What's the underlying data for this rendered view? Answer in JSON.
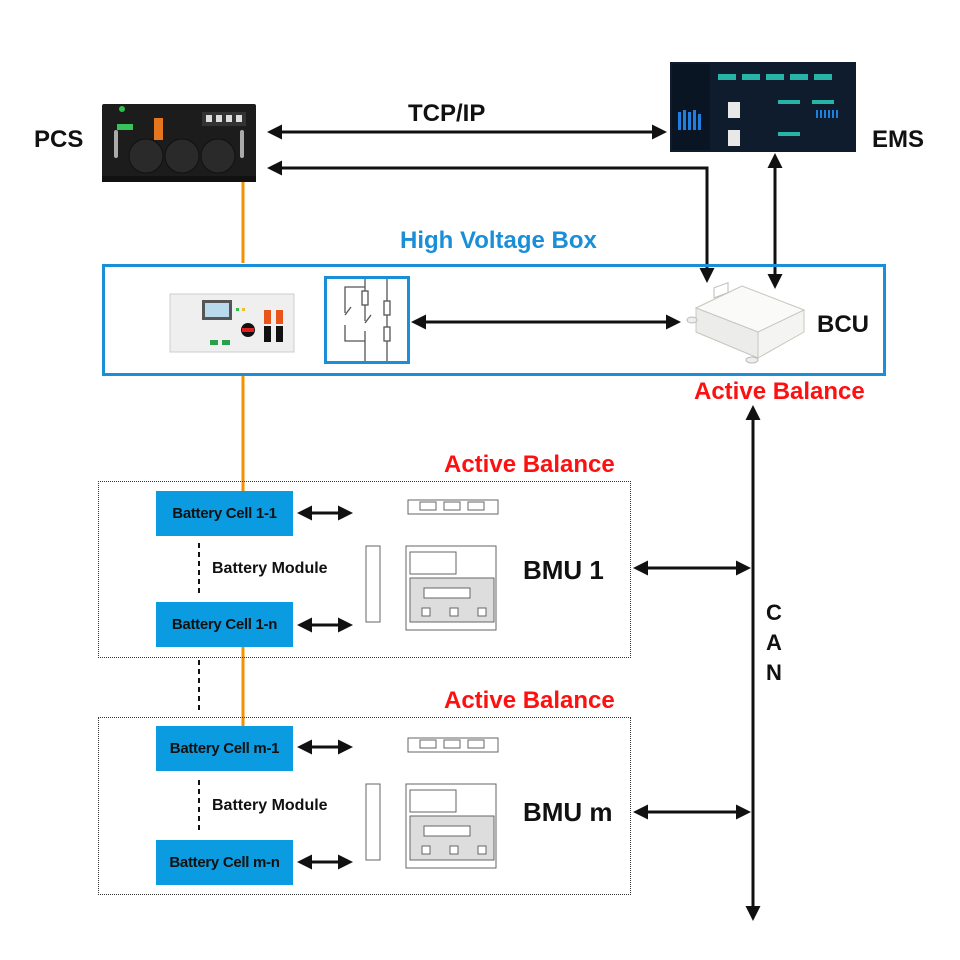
{
  "diagram": {
    "pcs": {
      "label": "PCS"
    },
    "ems": {
      "label": "EMS"
    },
    "tcp_link": {
      "label": "TCP/IP"
    },
    "hv_box": {
      "title": "High Voltage Box",
      "bcu_label": "BCU",
      "bcu_balance_label": "Active Balance"
    },
    "modules": [
      {
        "balance_label": "Active Balance",
        "cell_first": "Battery Cell 1-1",
        "cell_last": "Battery Cell 1-n",
        "module_label": "Battery Module",
        "bmu_label": "BMU 1"
      },
      {
        "balance_label": "Active Balance",
        "cell_first": "Battery Cell m-1",
        "cell_last": "Battery Cell m-n",
        "module_label": "Battery Module",
        "bmu_label": "BMU m"
      }
    ],
    "can_bus": {
      "letters": [
        "C",
        "A",
        "N"
      ]
    },
    "colors": {
      "hv_box_border": "#1a8fd8",
      "hv_title": "#1a8fd8",
      "cell_fill": "#0a9be0",
      "power_line": "#f39200",
      "balance_text": "#ff1010",
      "arrow": "#111111"
    }
  }
}
